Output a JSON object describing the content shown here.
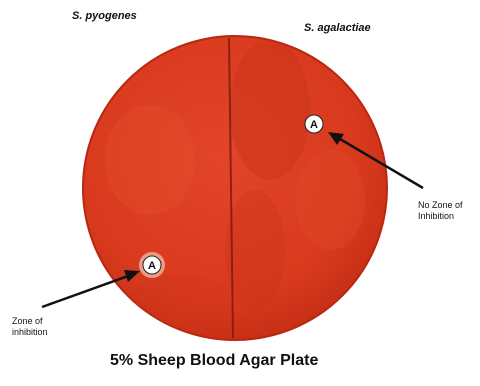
{
  "plate": {
    "left_organism": "S. pyogenes",
    "right_organism": "S. agalactiae",
    "caption": "5% Sheep Blood Agar Plate",
    "agar_color": "#d93a1e",
    "agar_dark": "#b52812"
  },
  "disks": {
    "right_disk_label": "A",
    "left_disk_label": "A"
  },
  "annotations": {
    "no_zone": "No Zone of Inhibition",
    "zone": "Zone of inhibition"
  }
}
